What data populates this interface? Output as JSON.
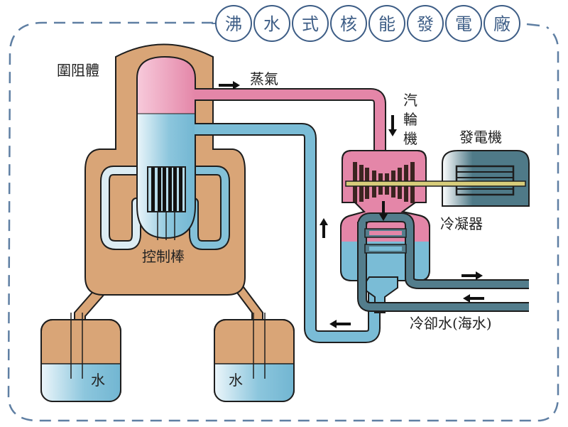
{
  "title": {
    "chars": [
      "沸",
      "水",
      "式",
      "核",
      "能",
      "發",
      "電",
      "廠"
    ],
    "text": "沸水式核能發電廠"
  },
  "labels": {
    "containment": "圍阻體",
    "steam": "蒸氣",
    "turbine": [
      "汽",
      "輪",
      "機"
    ],
    "generator": "發電機",
    "condenser": "冷凝器",
    "control_rods": "控制棒",
    "cooling_water": "冷卻水(海水)",
    "pool_left": "水",
    "pool_right": "水"
  },
  "colors": {
    "border_dash": "#5f7fa3",
    "title_circle": "#3d5d86",
    "containment": "#d9a577",
    "steam": "#e486a8",
    "steam_light": "#f5c6d8",
    "water": "#7abcd6",
    "water_light": "#e2f1f7",
    "condenser_tube": "#537d8c",
    "generator_body": "#4f7a88",
    "shaft": "#d8cd7a",
    "blades": "#3b2420",
    "outline": "#1e1e1e"
  }
}
